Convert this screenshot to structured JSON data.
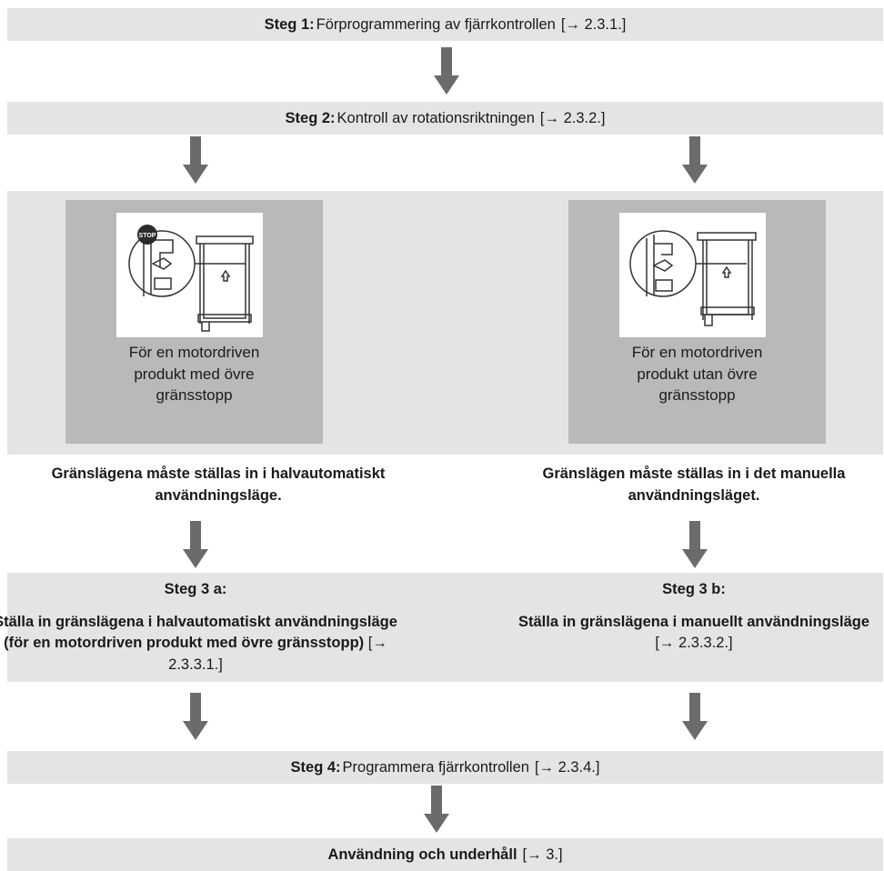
{
  "steps": {
    "step1": {
      "label": "Steg 1:",
      "text": "Förprogrammering av fjärrkontrollen",
      "ref": "[→ 2.3.1.]"
    },
    "step2": {
      "label": "Steg 2:",
      "text": "Kontroll av rotationsriktningen",
      "ref": "[→ 2.3.2.]"
    },
    "step4": {
      "label": "Steg 4:",
      "text": "Programmera fjärrkontrollen",
      "ref": "[→ 2.3.4.]"
    },
    "final": {
      "text": "Användning och underhåll",
      "ref": "[→ 3.]"
    }
  },
  "left": {
    "caption": "För en motordriven produkt med övre gränsstopp",
    "note": "Gränslägena måste ställas in i halvautomatiskt användningsläge.",
    "stop_label": "STOP",
    "step_heading": "Steg 3 a:",
    "step_body": "Ställa in gränslägena i halvautomatiskt användningsläge (för en motordriven produkt med övre gränsstopp)",
    "step_ref": "[→ 2.3.3.1.]"
  },
  "right": {
    "caption": "För en motordriven produkt utan övre gränsstopp",
    "note": "Gränslägen måste ställas in i det manuella användningsläget.",
    "step_heading": "Steg 3 b:",
    "step_body": "Ställa in gränslägena i manuellt användningsläge",
    "step_ref": "[→ 2.3.3.2.]"
  },
  "colors": {
    "band": "#e4e4e4",
    "card": "#b9b9b9",
    "arrow": "#6b6b6b",
    "stop": "#2b2b2b"
  }
}
